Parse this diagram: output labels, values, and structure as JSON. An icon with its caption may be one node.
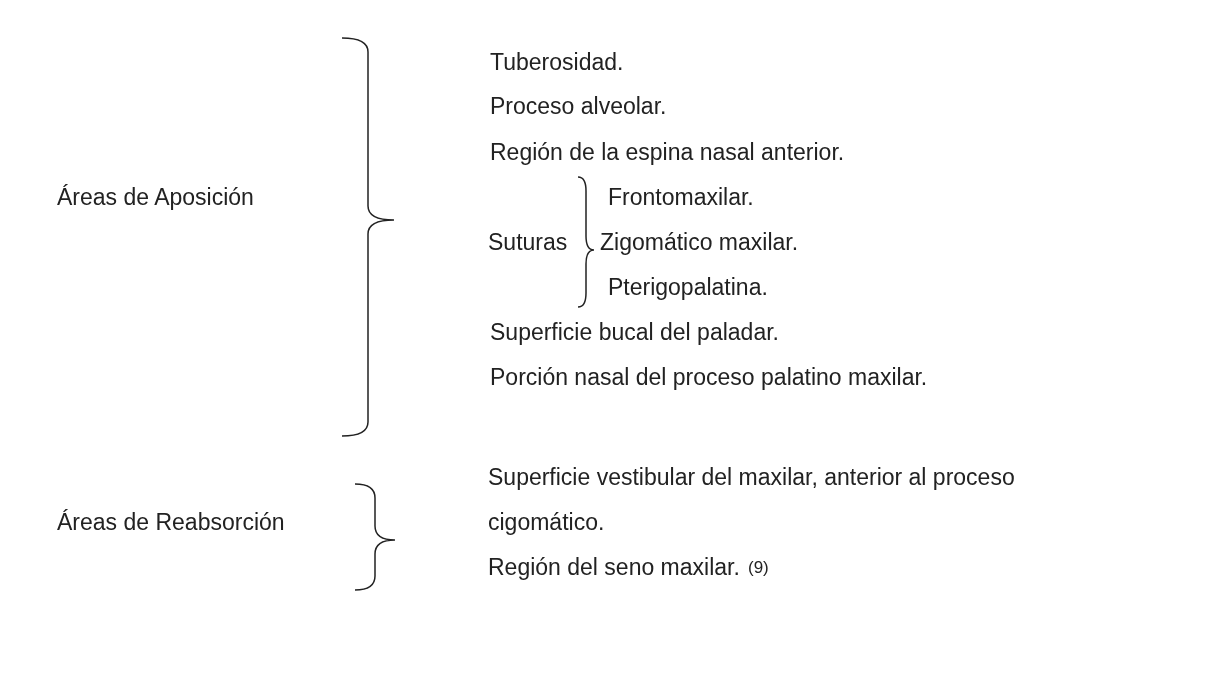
{
  "diagram": {
    "labels": [
      "Áreas de Aposición",
      "Tuberosidad.",
      "Proceso alveolar.",
      "Región de la espina nasal anterior.",
      "Suturas",
      "Frontomaxilar.",
      "Zigomático maxilar.",
      "Pterigopalatina.",
      "Superficie bucal del paladar.",
      "Porción nasal del proceso palatino maxilar.",
      "Áreas de Reabsorción",
      "Superficie vestibular del maxilar, anterior al proceso cigomático.",
      "Región del seno maxilar.",
      "(9)"
    ]
  }
}
